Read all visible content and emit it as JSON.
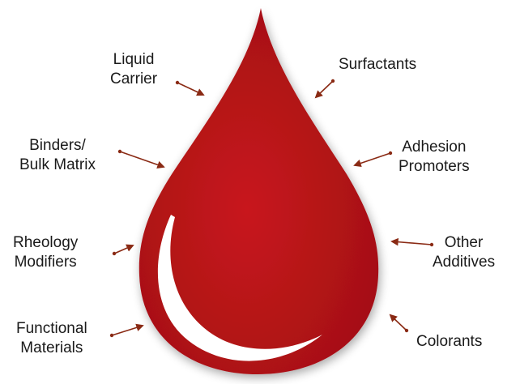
{
  "colors": {
    "drop_fill": "#c8161c",
    "drop_dark": "#9e0f14",
    "highlight": "#ffffff",
    "arrow": "#8a2a14",
    "text": "#1a1a1a"
  },
  "components": [
    {
      "id": "liquid-carrier",
      "lines": [
        "Liquid",
        "Carrier"
      ]
    },
    {
      "id": "surfactants",
      "lines": [
        "Surfactants"
      ]
    },
    {
      "id": "binders-bulk-matrix",
      "lines": [
        "Binders/",
        "Bulk Matrix"
      ]
    },
    {
      "id": "adhesion-promoters",
      "lines": [
        "Adhesion",
        "Promoters"
      ]
    },
    {
      "id": "rheology-modifiers",
      "lines": [
        "Rheology",
        "Modifiers"
      ]
    },
    {
      "id": "other-additives",
      "lines": [
        "Other",
        "Additives"
      ]
    },
    {
      "id": "functional-materials",
      "lines": [
        "Functional",
        "Materials"
      ]
    },
    {
      "id": "colorants",
      "lines": [
        "Colorants"
      ]
    }
  ]
}
